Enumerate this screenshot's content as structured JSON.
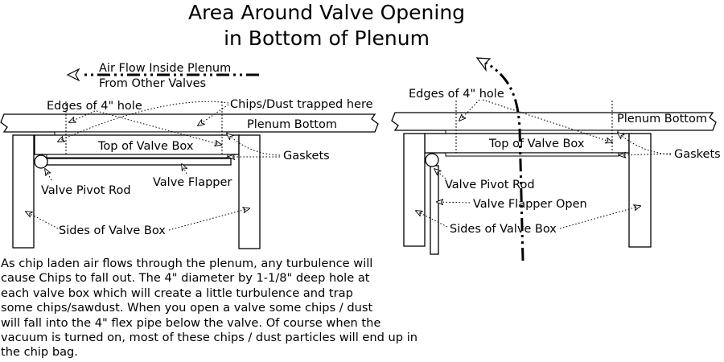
{
  "title": {
    "line1": "Area Around Valve Opening",
    "line2": "in Bottom of Plenum"
  },
  "left_diagram": {
    "air_flow_line1": "Air Flow Inside Plenum",
    "air_flow_line2": "From Other Valves",
    "edges_label": "Edges of 4\" hole",
    "chips_label": "Chips/Dust trapped here",
    "plenum_label": "Plenum Bottom",
    "top_box_label": "Top of Valve Box",
    "gaskets_label": "Gaskets",
    "pivot_label": "Valve Pivot Rod",
    "flapper_label": "Valve Flapper",
    "sides_label": "Sides of Valve Box"
  },
  "right_diagram": {
    "edges_label": "Edges of 4\" hole",
    "plenum_label": "Plenum Bottom",
    "top_box_label": "Top of Valve Box",
    "gaskets_label": "Gaskets",
    "pivot_label": "Valve Pivot Rod",
    "flapper_label": "Valve Flapper Open",
    "sides_label": "Sides of Valve Box"
  },
  "description": "As chip laden air flows through the plenum, any turbulence will\ncause Chips to fall out.  The 4\" diameter  by 1-1/8\" deep hole at\neach valve box which will create a little turbulence and trap\nsome chips/sawdust. When you open a valve some chips / dust\nwill fall into the 4\" flex pipe below the valve.  Of course when the\nvacuum is turned on, most of these chips / dust particles will end up in\nthe chip bag."
}
